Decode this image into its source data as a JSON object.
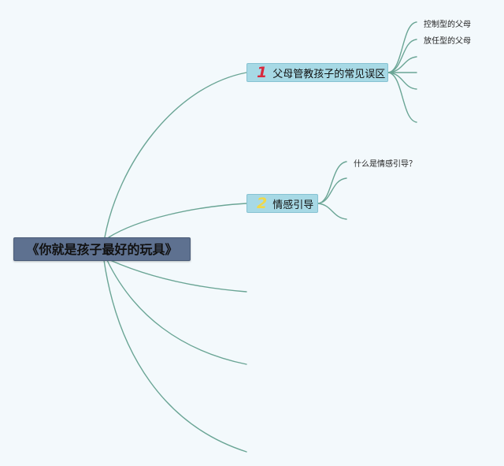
{
  "root": {
    "title": "《你就是孩子最好的玩具》"
  },
  "branches": [
    {
      "number": "1",
      "number_color": "#d8283c",
      "label": "父母管教孩子的常见误区",
      "children": [
        "控制型的父母",
        "放任型的父母",
        "",
        "",
        "",
        ""
      ]
    },
    {
      "number": "2",
      "number_color": "#efd84a",
      "label": "情感引导",
      "children": [
        "什么是情感引导？",
        "",
        ""
      ]
    }
  ],
  "colors": {
    "background": "#f3f9fc",
    "connector": "#6aa595",
    "root_fill": "#5e7190",
    "branch_fill": "#a7d9e5"
  }
}
